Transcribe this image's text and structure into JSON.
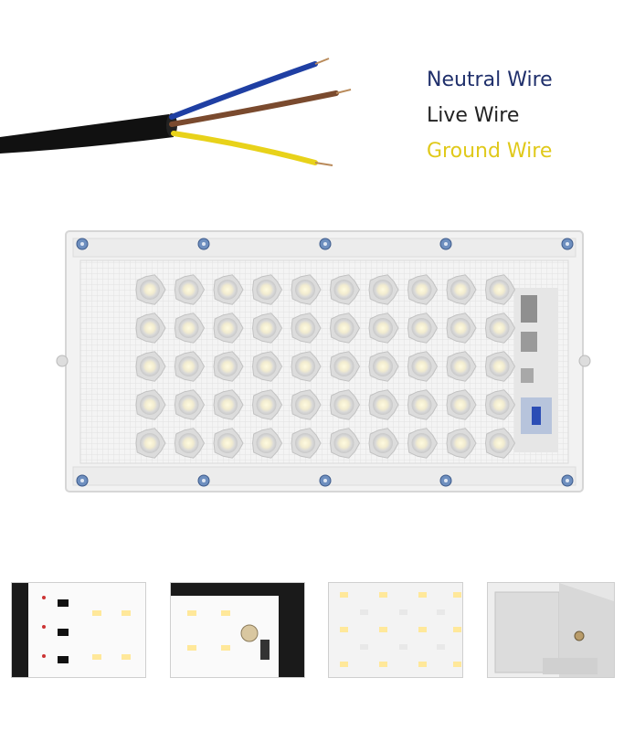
{
  "legend": {
    "items": [
      {
        "label": "Neutral Wire",
        "color": "#1f2f6b"
      },
      {
        "label": "Live Wire",
        "color": "#222222"
      },
      {
        "label": "Ground Wire",
        "color": "#e0c91a"
      }
    ]
  },
  "product": {
    "led_rows": 5,
    "led_cols": 10
  },
  "colors": {
    "neutral": "#1f3fa3",
    "live": "#7a4a2e",
    "ground": "#e8d21a",
    "cable_jacket": "#111111"
  },
  "thumbnails": [
    {
      "name": "pcb-closeup-left"
    },
    {
      "name": "pcb-closeup-center"
    },
    {
      "name": "led-board-closeup"
    },
    {
      "name": "bracket-closeup"
    }
  ]
}
